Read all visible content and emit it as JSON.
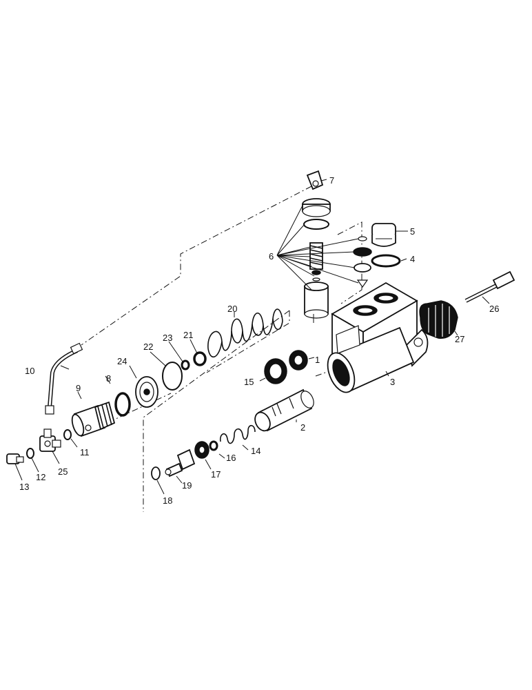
{
  "figure": {
    "type": "exploded-parts-diagram",
    "background": "#ffffff",
    "ink": "#111111"
  },
  "callouts": {
    "c1": "1",
    "c2": "2",
    "c3": "3",
    "c4": "4",
    "c5": "5",
    "c6": "6",
    "c7": "7",
    "c8": "8",
    "c9": "9",
    "c10": "10",
    "c11": "11",
    "c12": "12",
    "c13": "13",
    "c14": "14",
    "c15": "15",
    "c16": "16",
    "c17": "17",
    "c18": "18",
    "c19": "19",
    "c20": "20",
    "c21": "21",
    "c22": "22",
    "c23": "23",
    "c24": "24",
    "c25": "25",
    "c26": "26",
    "c27": "27"
  }
}
